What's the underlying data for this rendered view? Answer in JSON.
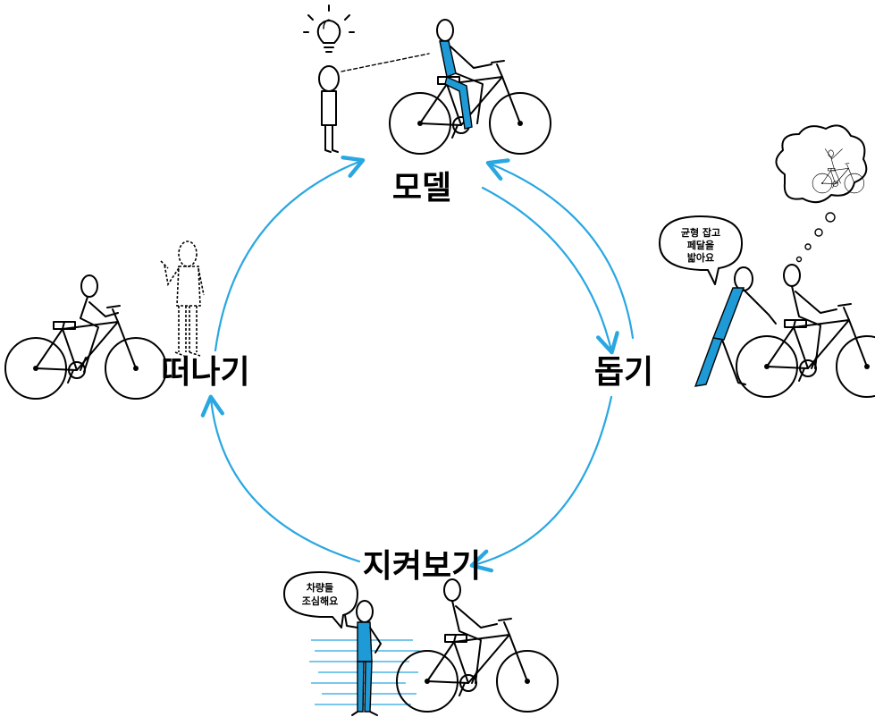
{
  "stages": {
    "model": "모델",
    "help": "돕기",
    "watch": "지켜보기",
    "leave": "떠나기"
  },
  "bubbles": {
    "help_line1": "균형 잡고",
    "help_line2": "페달을",
    "help_line3": "밟아요",
    "watch_line1": "차량들",
    "watch_line2": "조심해요"
  },
  "colors": {
    "arrow": "#29a7e1",
    "accent": "#1e9bd7",
    "ink": "#000000"
  },
  "icons": [
    "lightbulb-icon",
    "thought-bubble-icon",
    "speech-bubble-icon"
  ]
}
